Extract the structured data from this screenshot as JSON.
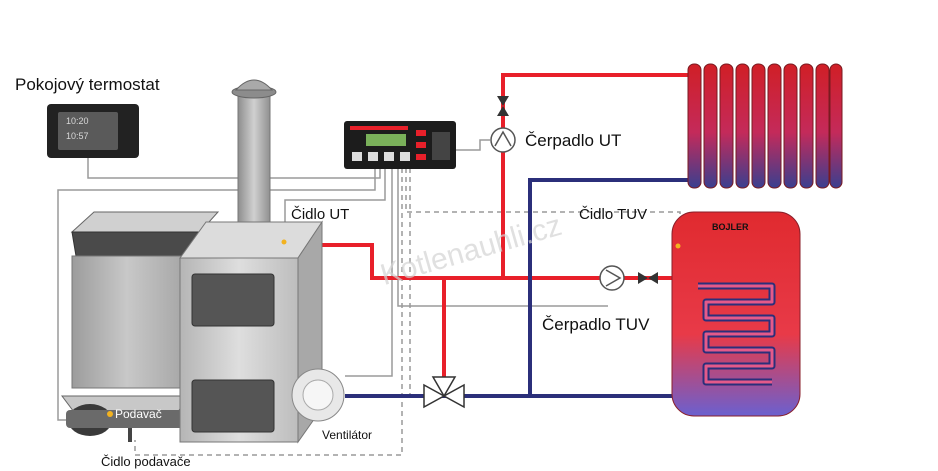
{
  "labels": {
    "room_thermostat": "Pokojový termostat",
    "sensor_ut": "Čidlo UT",
    "pump_ut": "Čerpadlo UT",
    "sensor_tuv": "Čidlo TUV",
    "pump_tuv": "Čerpadlo TUV",
    "feeder": "Podavač",
    "feeder_sensor": "Čidlo podavače",
    "fan": "Ventilátor",
    "tank": "BOJLER",
    "watermark": "Kotlenauhli.cz",
    "thermostat_time": "10:20",
    "thermostat_temp": "10:57"
  },
  "colors": {
    "hot_pipe": "#e8202a",
    "cold_pipe": "#2b2f7a",
    "signal_wire": "#9a9a9a",
    "boiler_body": "#c9c9c9",
    "tank_top": "#d7262b",
    "tank_bottom": "#6a5fd0"
  }
}
